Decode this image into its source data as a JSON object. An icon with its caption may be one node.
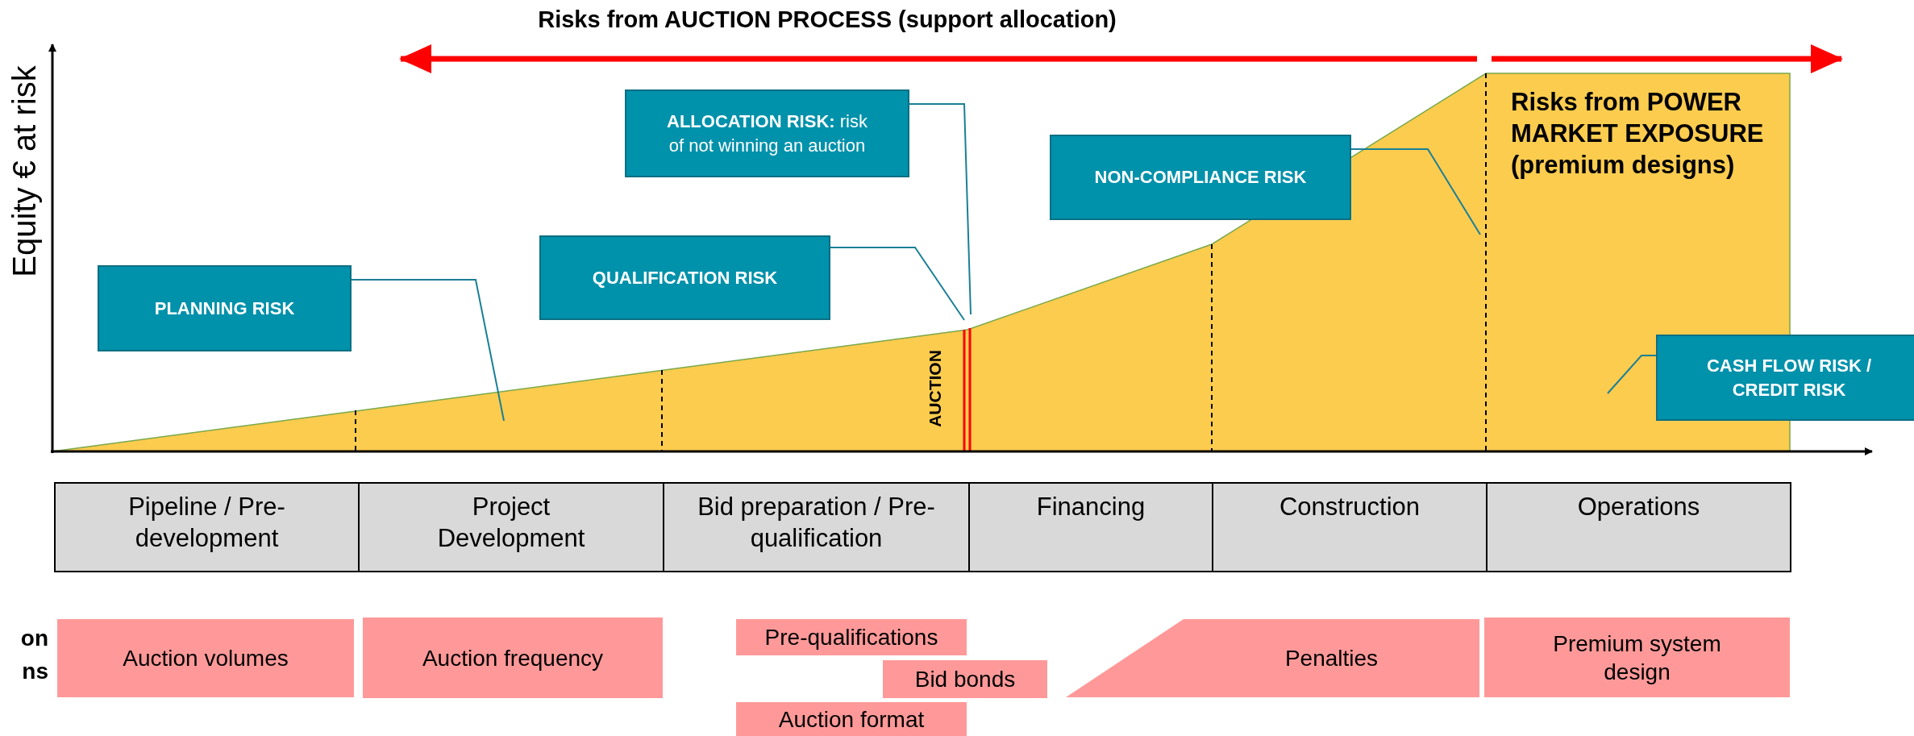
{
  "diagram": {
    "title": "Risks from AUCTION PROCESS (support allocation)",
    "nodes": [
      {
        "text": [
          "PLANNING RISK"
        ]
      },
      {
        "text": [
          "QUALIFICATION RISK"
        ]
      },
      {
        "text": [
          "**ALLOCATION RISK:** risk of not winning an auction"
        ]
      },
      {
        "text": [
          "NON-COMPLIANCE RISK"
        ]
      },
      {
        "text": [
          "CASH FLOW RISK / CREDIT RISK"
        ]
      },
      {
        "text": [
          "Pipeline / Pre-development"
        ]
      },
      {
        "text": [
          "Project Development"
        ]
      },
      {
        "text": [
          "Bid preparation / Pre-qualification"
        ]
      },
      {
        "text": [
          "Financing"
        ]
      },
      {
        "text": [
          "Construction"
        ]
      },
      {
        "text": [
          "Operations"
        ]
      },
      {
        "text": [
          "Auction volumes"
        ]
      },
      {
        "text": [
          "Auction frequency"
        ]
      },
      {
        "text": [
          "Pre-qualifications"
        ]
      },
      {
        "text": [
          "Bid bonds"
        ]
      },
      {
        "text": [
          "Auction format"
        ]
      },
      {
        "text": [
          "Penalties"
        ]
      },
      {
        "text": [
          "Premium system design"
        ]
      }
    ],
    "edges": [
      {
        "from": 0,
        "to": null,
        "arrow": "none"
      },
      {
        "from": 1,
        "to": null,
        "arrow": "none"
      },
      {
        "from": 2,
        "to": null,
        "arrow": "none"
      },
      {
        "from": 3,
        "to": null,
        "arrow": "none"
      },
      {
        "from": 4,
        "to": null,
        "arrow": "none"
      }
    ],
    "labels": [
      "Equity € at risk",
      "AUCTION",
      "Risks from POWER MARKET EXPOSURE (premium designs)",
      "on ns"
    ]
  }
}
